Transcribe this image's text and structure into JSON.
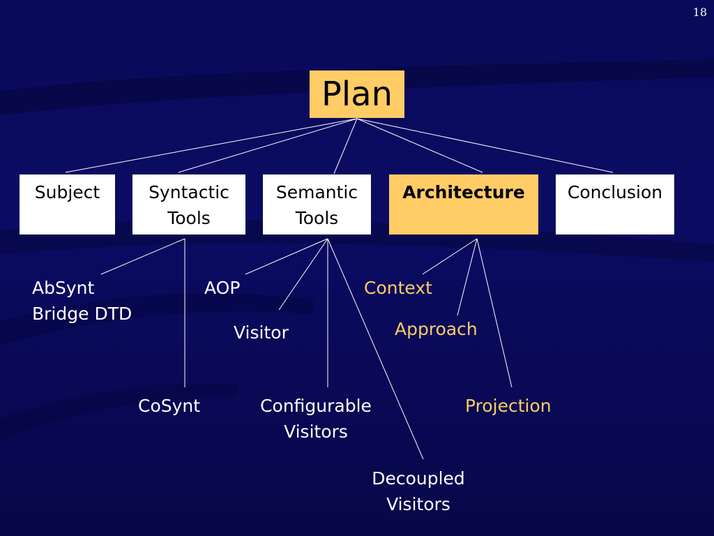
{
  "slide_number": "18",
  "title": "Plan",
  "top_nodes": [
    {
      "lines": [
        "Subject"
      ],
      "active": false
    },
    {
      "lines": [
        "Syntactic",
        "Tools"
      ],
      "active": false
    },
    {
      "lines": [
        "Semantic",
        "Tools"
      ],
      "active": false
    },
    {
      "lines": [
        "Architecture"
      ],
      "active": true
    },
    {
      "lines": [
        "Conclusion"
      ],
      "active": false
    }
  ],
  "syntactic_children": {
    "absynt": [
      "AbSynt",
      "Bridge DTD"
    ],
    "cosynt": [
      "CoSynt"
    ]
  },
  "semantic_children": {
    "aop": [
      "AOP"
    ],
    "visitor": [
      "Visitor"
    ],
    "configurable": [
      "Configurable",
      "Visitors"
    ],
    "decoupled": [
      "Decoupled",
      "Visitors"
    ]
  },
  "architecture_children": {
    "context": [
      "Context"
    ],
    "approach": [
      "Approach"
    ],
    "projection": [
      "Projection"
    ]
  },
  "colors": {
    "background": "#0a0a5a",
    "highlight": "#ffcc66",
    "box": "#ffffff",
    "text_light": "#ffffff",
    "text_dark": "#000000"
  }
}
